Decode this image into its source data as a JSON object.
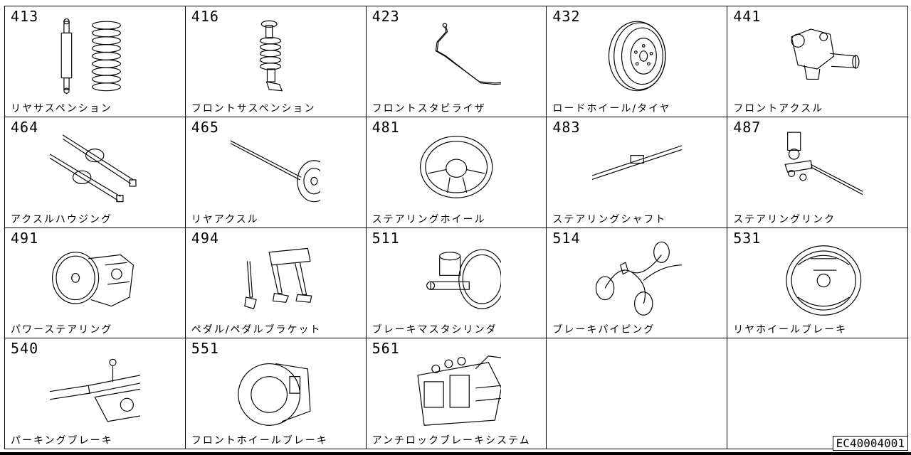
{
  "cells": [
    {
      "code": "413",
      "label": "リヤサスペンション",
      "icon": "rear-suspension-icon"
    },
    {
      "code": "416",
      "label": "フロントサスペンション",
      "icon": "front-suspension-icon"
    },
    {
      "code": "423",
      "label": "フロントスタビライザ",
      "icon": "front-stabilizer-icon"
    },
    {
      "code": "432",
      "label": "ロードホイール/タイヤ",
      "icon": "road-wheel-tire-icon"
    },
    {
      "code": "441",
      "label": "フロントアクスル",
      "icon": "front-axle-icon"
    },
    {
      "code": "464",
      "label": "アクスルハウジング",
      "icon": "axle-housing-icon"
    },
    {
      "code": "465",
      "label": "リヤアクスル",
      "icon": "rear-axle-icon"
    },
    {
      "code": "481",
      "label": "ステアリングホイール",
      "icon": "steering-wheel-icon"
    },
    {
      "code": "483",
      "label": "ステアリングシャフト",
      "icon": "steering-shaft-icon"
    },
    {
      "code": "487",
      "label": "ステアリングリンク",
      "icon": "steering-link-icon"
    },
    {
      "code": "491",
      "label": "パワーステアリング",
      "icon": "power-steering-icon"
    },
    {
      "code": "494",
      "label": "ペダル/ペダルブラケット",
      "icon": "pedal-bracket-icon"
    },
    {
      "code": "511",
      "label": "ブレーキマスタシリンダ",
      "icon": "brake-master-cylinder-icon"
    },
    {
      "code": "514",
      "label": "ブレーキパイピング",
      "icon": "brake-piping-icon"
    },
    {
      "code": "531",
      "label": "リヤホイールブレーキ",
      "icon": "rear-wheel-brake-icon"
    },
    {
      "code": "540",
      "label": "パーキングブレーキ",
      "icon": "parking-brake-icon"
    },
    {
      "code": "551",
      "label": "フロントホイールブレーキ",
      "icon": "front-wheel-brake-icon"
    },
    {
      "code": "561",
      "label": "アンチロックブレーキシステム",
      "icon": "abs-unit-icon"
    },
    {
      "code": "",
      "label": "",
      "icon": ""
    },
    {
      "code": "",
      "label": "",
      "icon": ""
    }
  ],
  "figure_code": "EC40004001"
}
